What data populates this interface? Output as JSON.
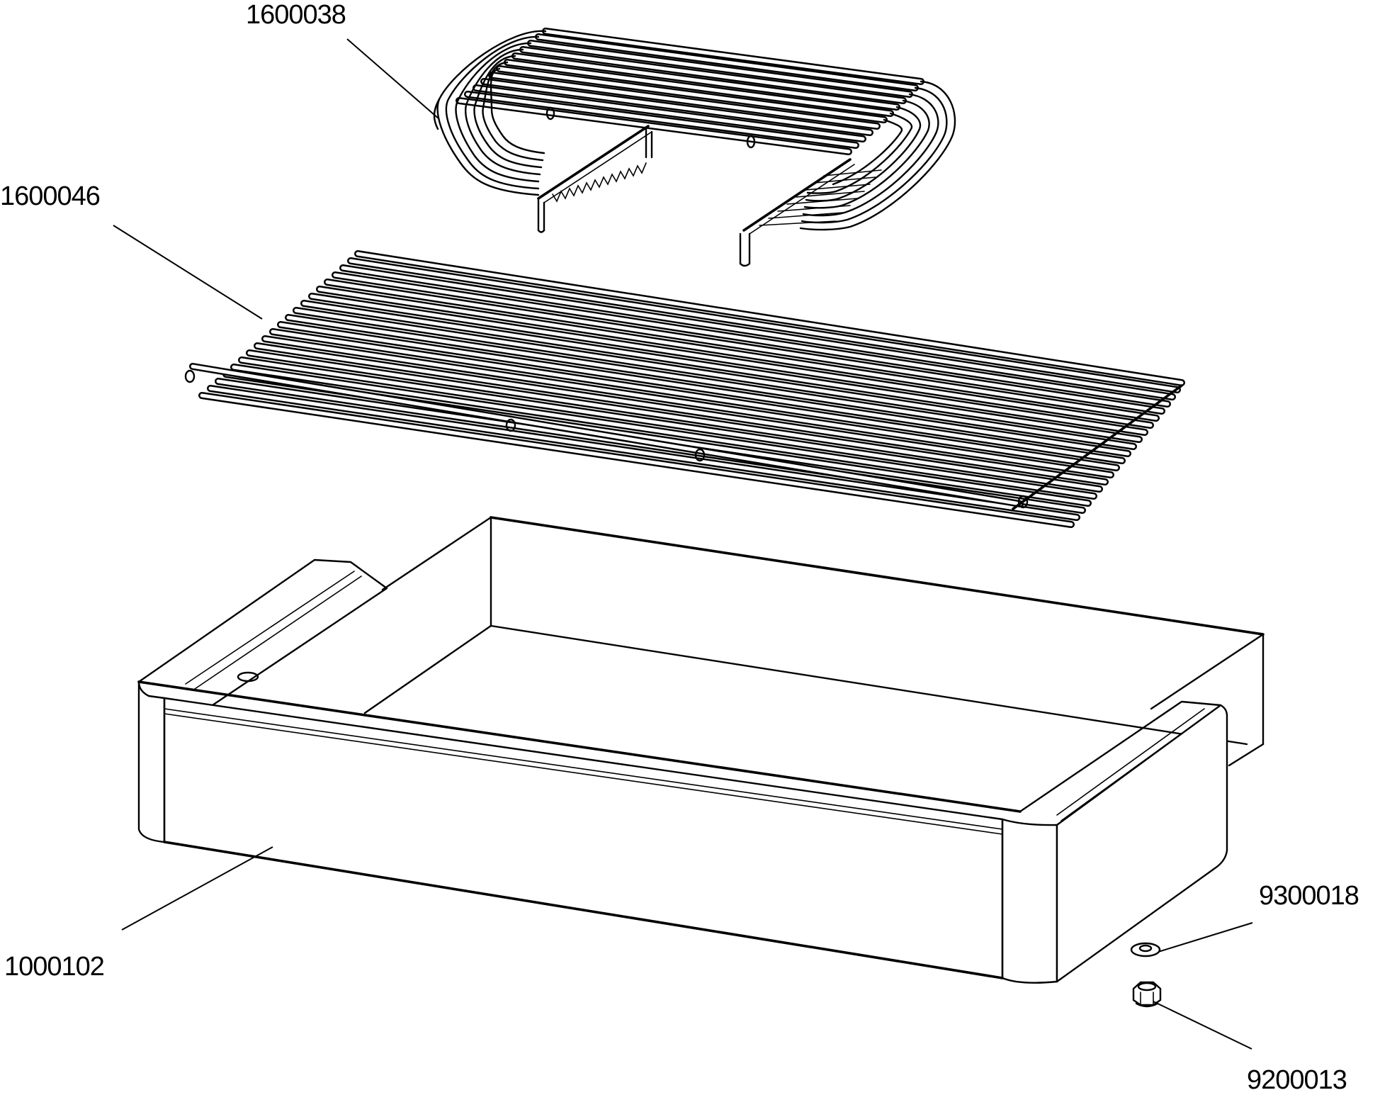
{
  "diagram": {
    "type": "exploded-parts-view",
    "background": "#ffffff",
    "line_color": "#000000",
    "parts": [
      {
        "id": "1600038",
        "label": "1600038",
        "description": "wire rack (bent U-shaped upper grate)"
      },
      {
        "id": "1600046",
        "label": "1600046",
        "description": "flat wire grate"
      },
      {
        "id": "1000102",
        "label": "1000102",
        "description": "drip tray / drawer body"
      },
      {
        "id": "9300018",
        "label": "9300018",
        "description": "washer"
      },
      {
        "id": "9200013",
        "label": "9200013",
        "description": "lock nut"
      }
    ]
  },
  "labels": {
    "p1600038": "1600038",
    "p1600046": "1600046",
    "p1000102": "1000102",
    "p9300018": "9300018",
    "p9200013": "9200013"
  }
}
